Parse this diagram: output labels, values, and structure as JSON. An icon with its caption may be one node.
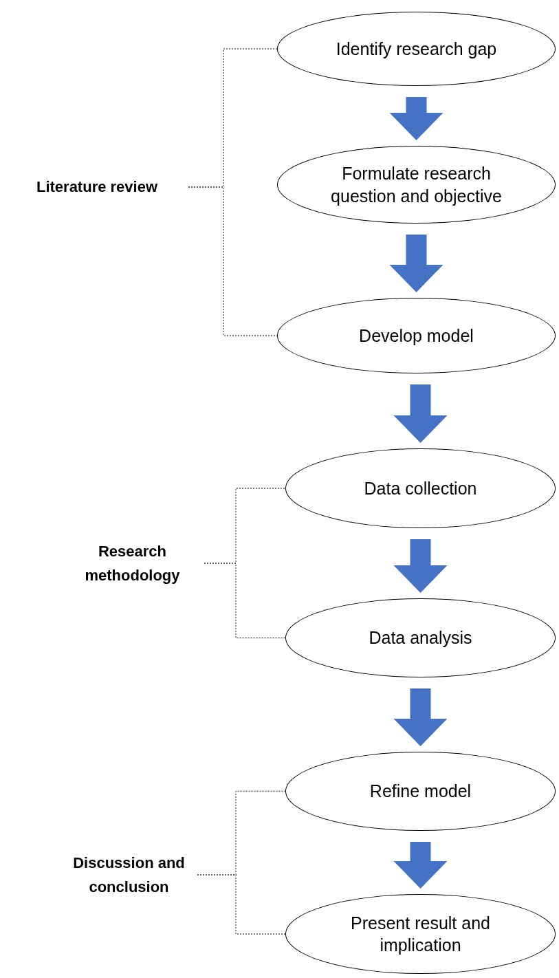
{
  "diagram": {
    "nodes": [
      {
        "text": [
          "Identify research gap"
        ]
      },
      {
        "text": [
          "Formulate research question and objective"
        ]
      },
      {
        "text": [
          "Develop model"
        ]
      },
      {
        "text": [
          "Data collection"
        ]
      },
      {
        "text": [
          "Data analysis"
        ]
      },
      {
        "text": [
          "Refine model"
        ]
      },
      {
        "text": [
          "Present result and implication"
        ]
      },
      {
        "text": [
          "Literature review"
        ]
      },
      {
        "text": [
          "Research methodology"
        ]
      },
      {
        "text": [
          "Discussion and conclusion"
        ]
      }
    ],
    "edges": [
      {
        "from": 0,
        "to": 1,
        "arrow": "to",
        "style": "thick",
        "color": "#4472c4"
      },
      {
        "from": 1,
        "to": 2,
        "arrow": "to",
        "style": "thick",
        "color": "#4472c4"
      },
      {
        "from": 2,
        "to": 3,
        "arrow": "to",
        "style": "thick",
        "color": "#4472c4"
      },
      {
        "from": 3,
        "to": 4,
        "arrow": "to",
        "style": "thick",
        "color": "#4472c4"
      },
      {
        "from": 4,
        "to": 5,
        "arrow": "to",
        "style": "thick",
        "color": "#4472c4"
      },
      {
        "from": 5,
        "to": 6,
        "arrow": "to",
        "style": "thick",
        "color": "#4472c4"
      },
      {
        "from": 7,
        "to": 0,
        "arrow": "none",
        "style": "dashed"
      },
      {
        "from": 7,
        "to": 2,
        "arrow": "none",
        "style": "dashed"
      },
      {
        "from": 8,
        "to": 3,
        "arrow": "none",
        "style": "dashed"
      },
      {
        "from": 8,
        "to": 4,
        "arrow": "none",
        "style": "dashed"
      },
      {
        "from": 9,
        "to": 5,
        "arrow": "none",
        "style": "dashed"
      },
      {
        "from": 9,
        "to": 6,
        "arrow": "none",
        "style": "dashed"
      }
    ]
  }
}
